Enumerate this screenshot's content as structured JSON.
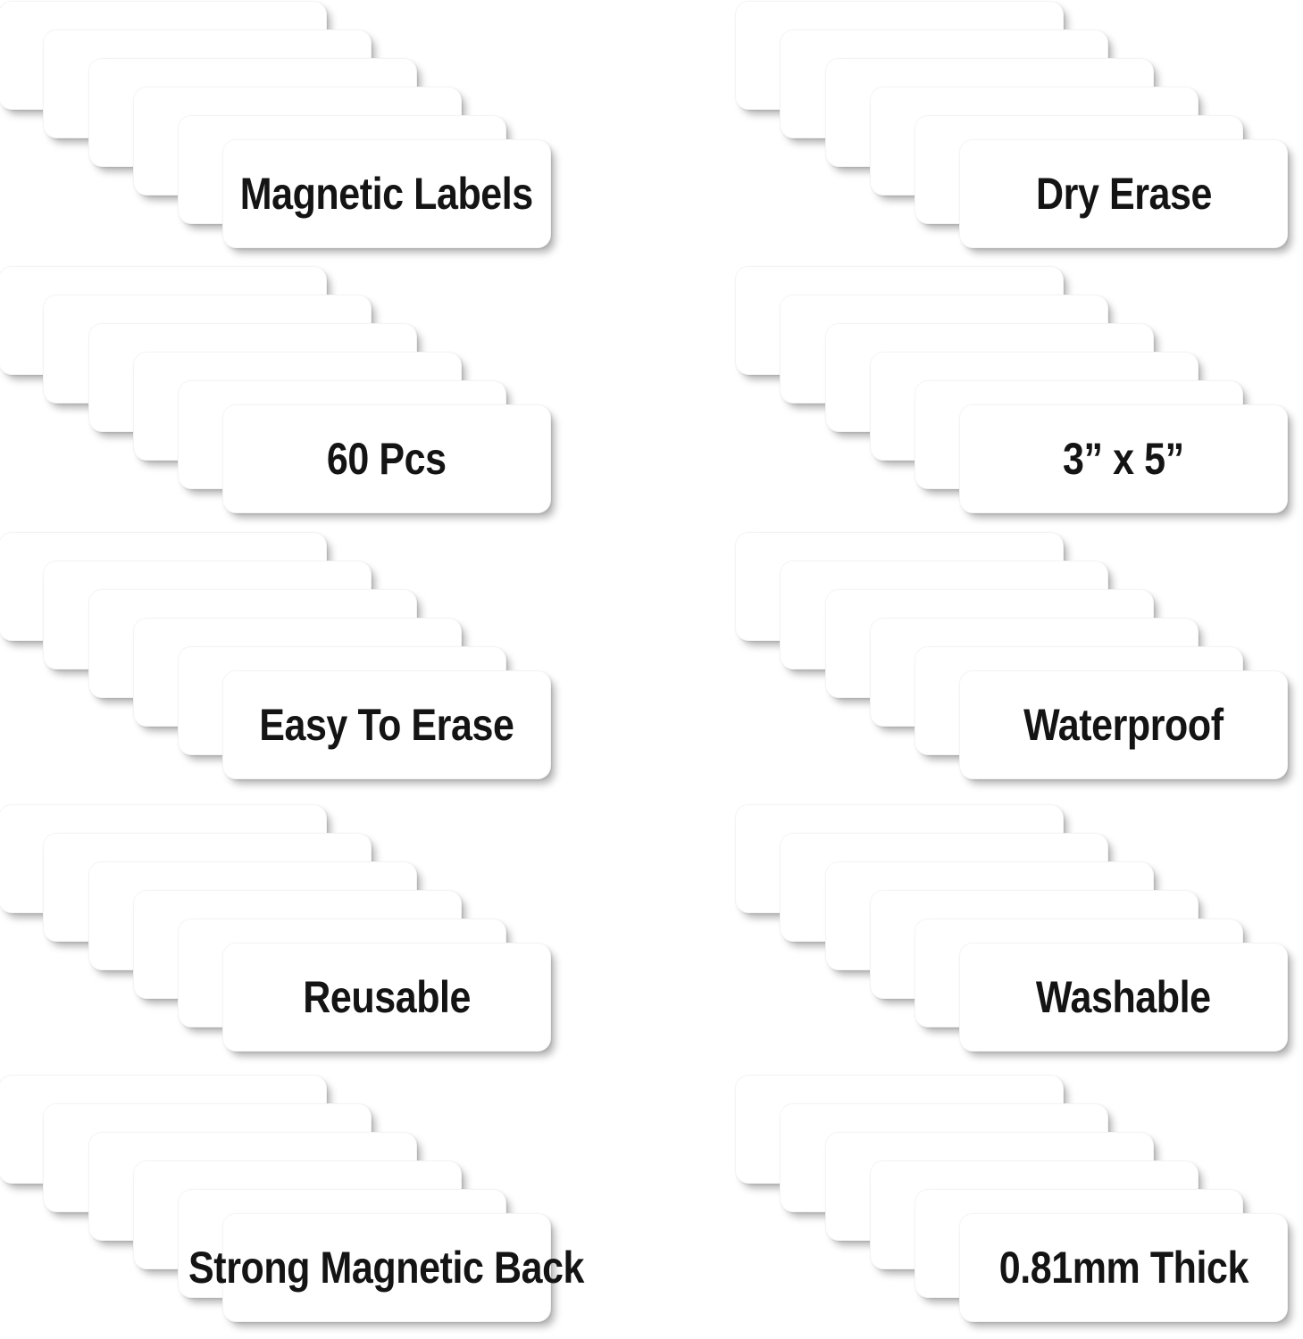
{
  "product": {
    "type": "magnetic-label-infographic",
    "background_color": "#ffffff",
    "card_color": "#ffffff",
    "text_color": "#141414",
    "cards_per_stack": 6
  },
  "columns": {
    "left": {
      "stacks": [
        {
          "label": "Magnetic Labels"
        },
        {
          "label": "60 Pcs"
        },
        {
          "label": "Easy To Erase"
        },
        {
          "label": "Reusable"
        },
        {
          "label": "Strong Magnetic Back"
        }
      ]
    },
    "right": {
      "stacks": [
        {
          "label": "Dry Erase"
        },
        {
          "label": "3” x 5”"
        },
        {
          "label": "Waterproof"
        },
        {
          "label": "Washable"
        },
        {
          "label": "0.81mm Thick"
        }
      ]
    }
  }
}
